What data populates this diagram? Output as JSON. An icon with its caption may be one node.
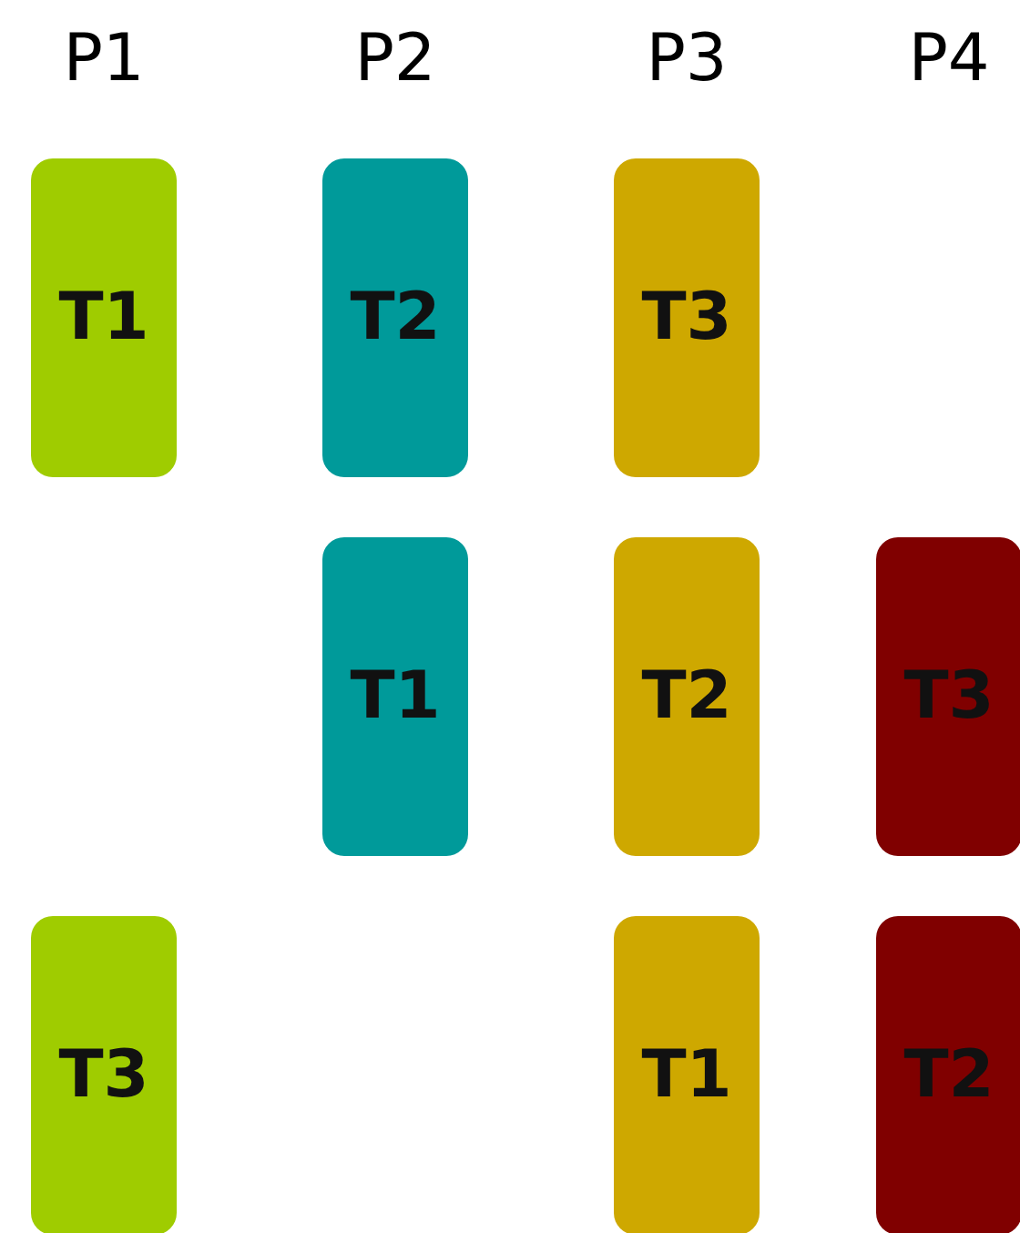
{
  "diagram": {
    "nodes": [
      {
        "text": [
          "T1"
        ]
      },
      {
        "text": [
          "T2"
        ]
      },
      {
        "text": [
          "T3"
        ]
      },
      {
        "text": [
          "T1"
        ]
      },
      {
        "text": [
          "T2"
        ]
      },
      {
        "text": [
          "T3"
        ]
      },
      {
        "text": [
          "T3"
        ]
      },
      {
        "text": [
          "T1"
        ]
      },
      {
        "text": [
          "T2"
        ]
      }
    ],
    "labels": [
      "P1",
      "P2",
      "P3",
      "P4"
    ]
  }
}
